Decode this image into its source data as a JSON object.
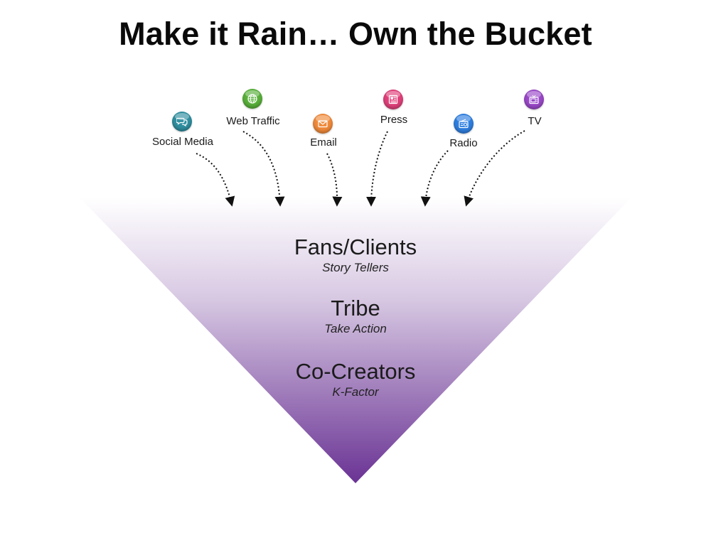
{
  "title": "Make it Rain… Own the Bucket",
  "sources": [
    {
      "label": "Social Media",
      "icon": "chat-bubbles-icon",
      "color": "#2f8fa0"
    },
    {
      "label": "Web Traffic",
      "icon": "globe-icon",
      "color": "#58b03a"
    },
    {
      "label": "Email",
      "icon": "envelope-icon",
      "color": "#f08a3a"
    },
    {
      "label": "Press",
      "icon": "newspaper-icon",
      "color": "#e0407a"
    },
    {
      "label": "Radio",
      "icon": "radio-icon",
      "color": "#2f7fe0"
    },
    {
      "label": "TV",
      "icon": "tv-icon",
      "color": "#9a48c8"
    }
  ],
  "tiers": [
    {
      "name": "Fans/Clients",
      "subtitle": "Story Tellers"
    },
    {
      "name": "Tribe",
      "subtitle": "Take Action"
    },
    {
      "name": "Co-Creators",
      "subtitle": "K-Factor"
    }
  ],
  "funnel": {
    "top_color": "#ffffff",
    "bottom_color": "#6a3394"
  }
}
